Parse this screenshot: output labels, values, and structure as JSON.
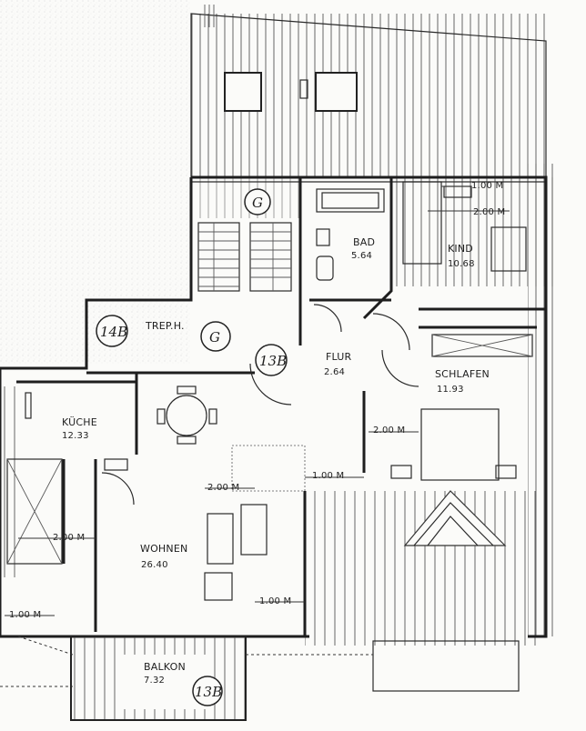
{
  "rooms": {
    "bad": {
      "name": "BAD",
      "area": "5.64"
    },
    "kind": {
      "name": "KIND",
      "area": "10.68"
    },
    "flur": {
      "name": "FLUR",
      "area": "2.64"
    },
    "schlafen": {
      "name": "SCHLAFEN",
      "area": "11.93"
    },
    "trep": {
      "name": "TREP.H."
    },
    "kuche": {
      "name": "KÜCHE",
      "area": "12.33"
    },
    "wohnen": {
      "name": "WOHNEN",
      "area": "26.40"
    },
    "balkon": {
      "name": "BALKON",
      "area": "7.32"
    }
  },
  "dimensions": {
    "d1": "1.00 M",
    "d2": "2.00 M",
    "d3": "2.00 M",
    "d4": "1.00 M",
    "d5": "2.00 M",
    "d6": "2.00 M",
    "d7": "1.00 M",
    "d8": "1.00 M"
  },
  "markers": {
    "g_top": "G",
    "g_trep": "G",
    "m14b": "14B",
    "m13b": "13B",
    "m13b_balkon": "13B"
  },
  "colors": {
    "ink": "#1e1e1e",
    "paper": "#fbfbf9",
    "hatch": "#5a5a5a"
  }
}
